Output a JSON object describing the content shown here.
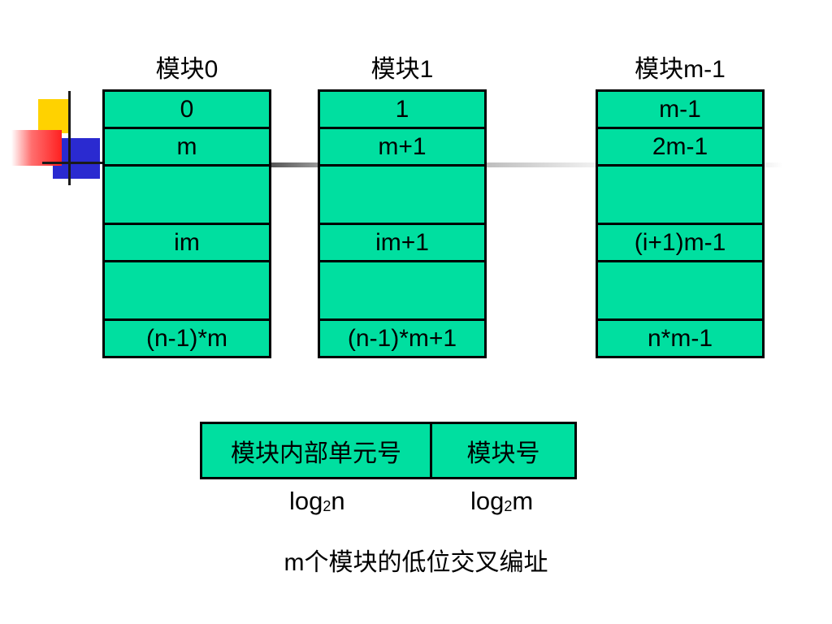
{
  "modules": [
    {
      "title": "模块0",
      "cells": [
        "0",
        "m",
        "",
        "im",
        "",
        "(n-1)*m"
      ]
    },
    {
      "title": "模块1",
      "cells": [
        "1",
        "m+1",
        "",
        "im+1",
        "",
        "(n-1)*m+1"
      ]
    },
    {
      "title": "模块m-1",
      "cells": [
        "m-1",
        "2m-1",
        "",
        "(i+1)m-1",
        "",
        "n*m-1"
      ]
    }
  ],
  "address_fields": {
    "left_label": "模块内部单元号",
    "right_label": "模块号",
    "left_bits": {
      "base": "log",
      "sub": "2",
      "arg": "n"
    },
    "right_bits": {
      "base": "log",
      "sub": "2",
      "arg": "m"
    }
  },
  "caption": {
    "prefix": "m",
    "text": "个模块的低位交叉编址"
  },
  "colors": {
    "cell_fill": "#00dfa0",
    "border": "#000000"
  }
}
